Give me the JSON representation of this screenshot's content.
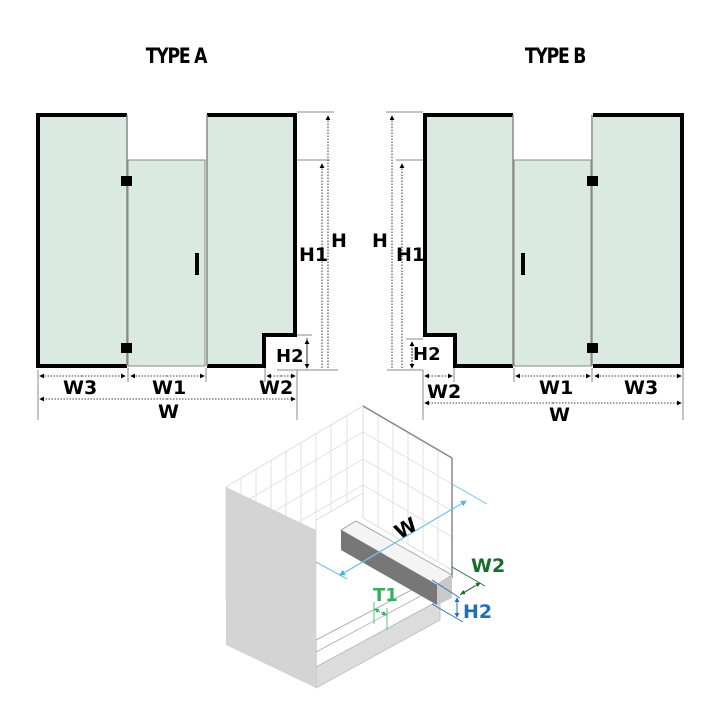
{
  "type_a": {
    "title": "TYPE A",
    "labels": {
      "w3": "W3",
      "w1": "W1",
      "w2": "W2",
      "w": "W",
      "h": "H",
      "h1": "H1",
      "h2": "H2"
    }
  },
  "type_b": {
    "title": "TYPE B",
    "labels": {
      "w2": "W2",
      "w1": "W1",
      "w3": "W3",
      "w": "W",
      "h": "H",
      "h1": "H1",
      "h2": "H2"
    }
  },
  "iso": {
    "labels": {
      "w": "W",
      "w2": "W2",
      "h2": "H2",
      "t1": "T1"
    },
    "colors": {
      "w": "#000000",
      "w2": "#1a6b2e",
      "h2": "#1f6fb8",
      "t1": "#2fb05a",
      "dim_line": "#6ec3e8"
    }
  },
  "colors": {
    "glass": "#dbeae1",
    "frame": "#000000",
    "hinge": "#000000"
  }
}
